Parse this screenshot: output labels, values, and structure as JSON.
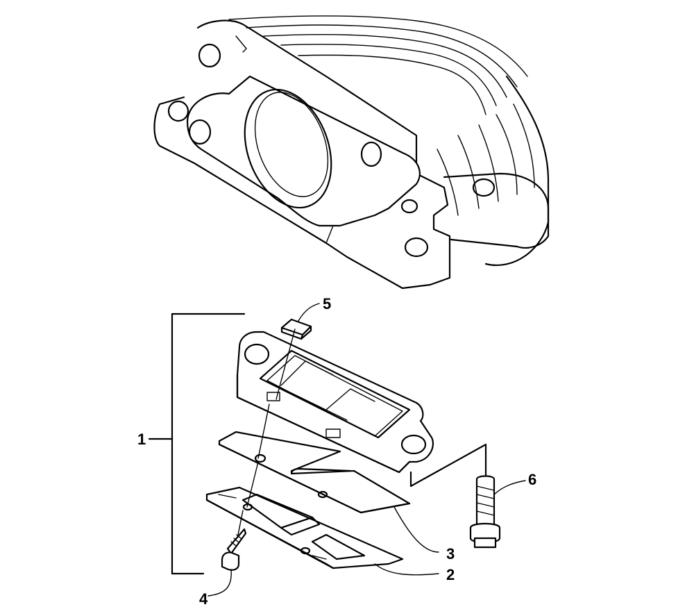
{
  "callouts": [
    {
      "id": "1",
      "text": "1"
    },
    {
      "id": "2",
      "text": "2"
    },
    {
      "id": "3",
      "text": "3"
    },
    {
      "id": "4",
      "text": "4"
    },
    {
      "id": "5",
      "text": "5"
    },
    {
      "id": "6",
      "text": "6"
    }
  ],
  "colors": {
    "ink": "#000000",
    "paper": "#ffffff"
  }
}
